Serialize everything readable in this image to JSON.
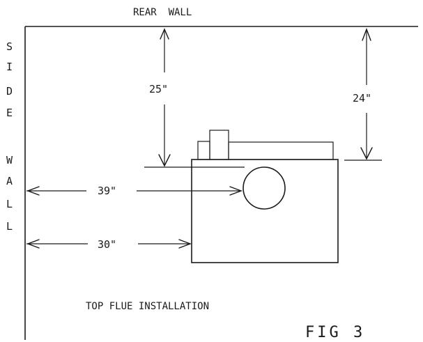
{
  "rear_wall_label": "REAR  WALL",
  "side_wall_letters": [
    "S",
    "I",
    "D",
    "E",
    "W",
    "A",
    "L",
    "L"
  ],
  "dimensions": {
    "rear_to_top": "25\"",
    "rear_to_unit_side": "24\"",
    "side_to_flue": "39\"",
    "side_to_unit": "30\""
  },
  "caption": "TOP FLUE INSTALLATION",
  "figure_label": "FIG 3"
}
